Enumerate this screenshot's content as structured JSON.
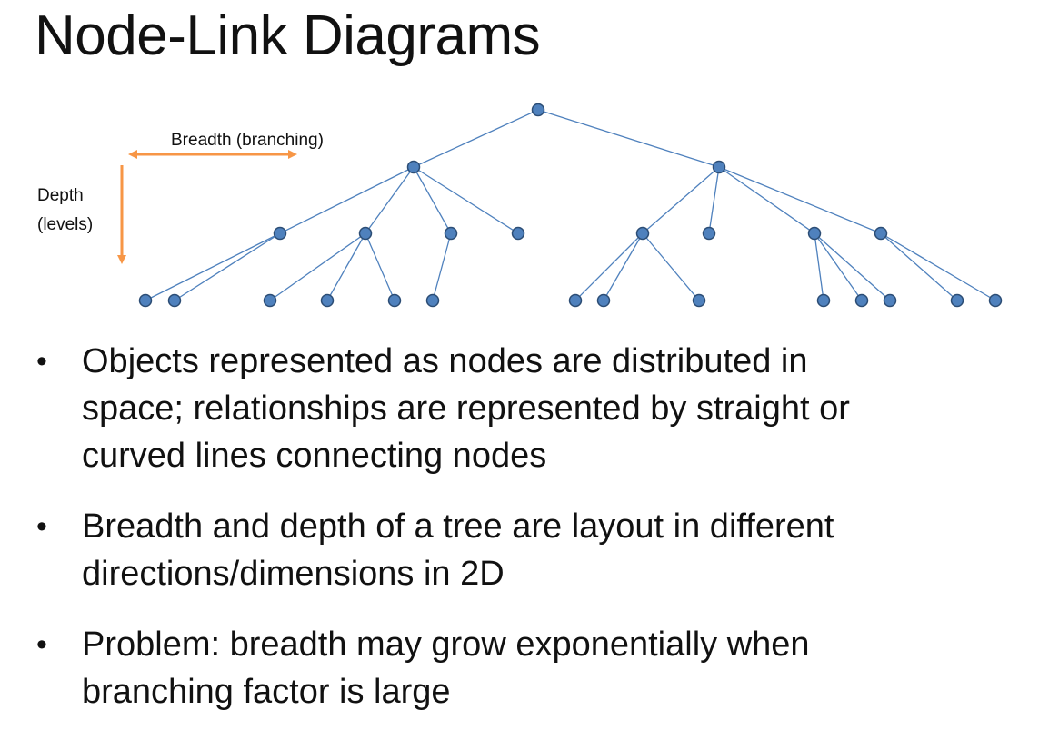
{
  "slide": {
    "title": "Node-Link Diagrams"
  },
  "diagram": {
    "edge_color": "#4f81bd",
    "node_color": "#4f81bd",
    "node_border_color": "#2c4d75",
    "arrow_color": "#f79646",
    "breadth_label": "Breadth (branching)",
    "depth_label_line1": "Depth",
    "depth_label_line2": "(levels)"
  },
  "bullets": [
    {
      "line1": "Objects represented as nodes are distributed in",
      "line2": "space; relationships are represented by straight or",
      "line3": "curved lines connecting nodes"
    },
    {
      "line1": "Breadth and depth of a tree are layout in different",
      "line2": "directions/dimensions in 2D"
    },
    {
      "line1": "Problem: breadth may grow exponentially when",
      "line2": "branching factor is large"
    }
  ],
  "bullet_symbol": "•"
}
